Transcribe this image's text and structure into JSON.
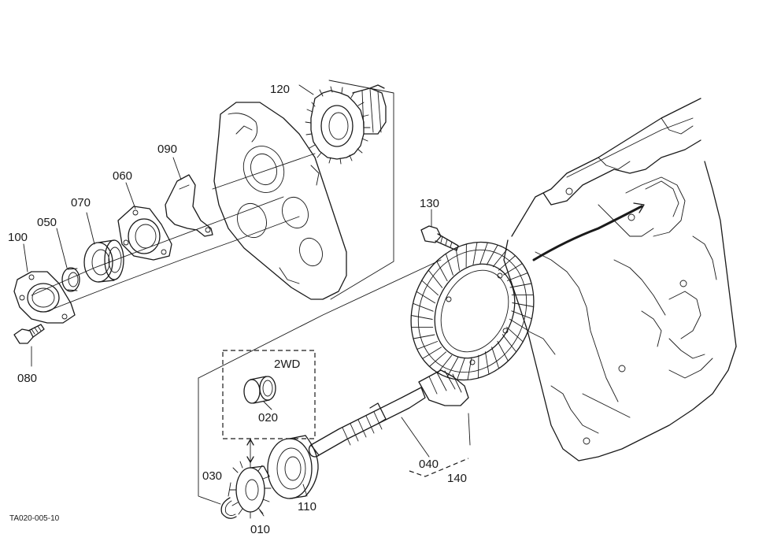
{
  "diagram": {
    "figure_code": "TA020-005-10",
    "variant_label": "2WD",
    "parts": [
      {
        "id": "010",
        "name_key": "gear-small"
      },
      {
        "id": "020",
        "name_key": "collar"
      },
      {
        "id": "030",
        "name_key": "circlip"
      },
      {
        "id": "040",
        "name_key": "bevel-pinion-shaft"
      },
      {
        "id": "050",
        "name_key": "oil-seal"
      },
      {
        "id": "060",
        "name_key": "bearing-holder"
      },
      {
        "id": "070",
        "name_key": "ball-bearing-left"
      },
      {
        "id": "080",
        "name_key": "bolt"
      },
      {
        "id": "090",
        "name_key": "shift-fork-plate"
      },
      {
        "id": "100",
        "name_key": "cover-plate"
      },
      {
        "id": "110",
        "name_key": "ball-bearing"
      },
      {
        "id": "120",
        "name_key": "gear-cluster"
      },
      {
        "id": "130",
        "name_key": "ring-gear-bolt"
      },
      {
        "id": "140",
        "name_key": "spiral-bevel-gear-set"
      }
    ],
    "labels": {
      "p010": "010",
      "p020": "020",
      "p030": "030",
      "p040": "040",
      "p050": "050",
      "p060": "060",
      "p070": "070",
      "p080": "080",
      "p090": "090",
      "p100": "100",
      "p110": "110",
      "p120": "120",
      "p130": "130",
      "p140": "140"
    }
  }
}
